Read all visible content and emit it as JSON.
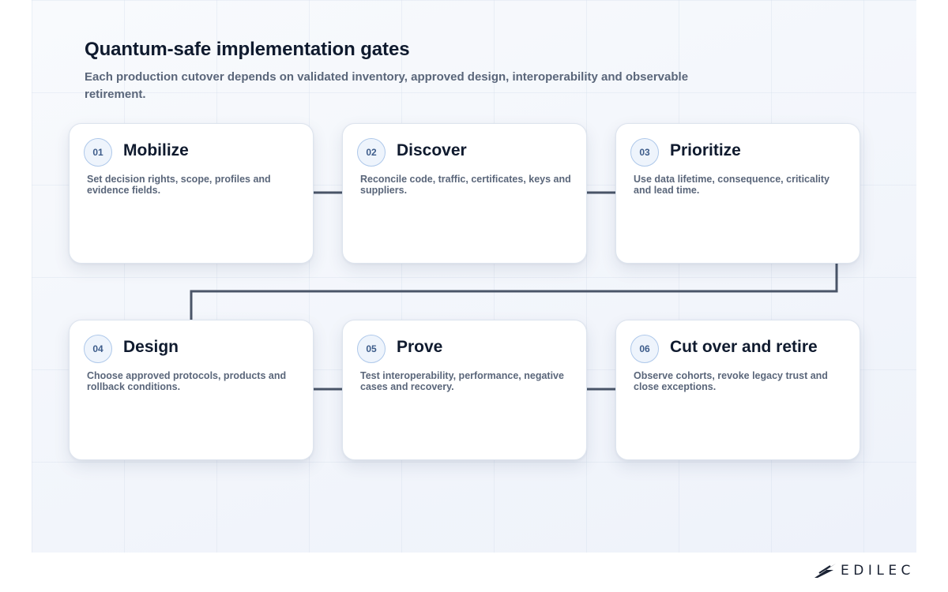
{
  "title": "Quantum-safe implementation gates",
  "subtitle": "Each production cutover depends on validated inventory, approved design, interoperability and observable retirement.",
  "steps": [
    {
      "number": "01",
      "title": "Mobilize",
      "description": "Set decision rights, scope, profiles and evidence fields."
    },
    {
      "number": "02",
      "title": "Discover",
      "description": "Reconcile code, traffic, certificates, keys and suppliers."
    },
    {
      "number": "03",
      "title": "Prioritize",
      "description": "Use data lifetime, consequence, criticality and lead time."
    },
    {
      "number": "04",
      "title": "Design",
      "description": "Choose approved protocols, products and rollback conditions."
    },
    {
      "number": "05",
      "title": "Prove",
      "description": "Test interoperability, performance, negative cases and recovery."
    },
    {
      "number": "06",
      "title": "Cut over and retire",
      "description": "Observe cohorts, revoke legacy trust and close exceptions."
    }
  ],
  "logo": {
    "text": "EDILEC"
  },
  "colors": {
    "connector": "#4a5568",
    "badge_border": "#aec8ea",
    "badge_text": "#3d5c8a",
    "title_text": "#0f1a2e",
    "body_text": "#5a667a"
  }
}
